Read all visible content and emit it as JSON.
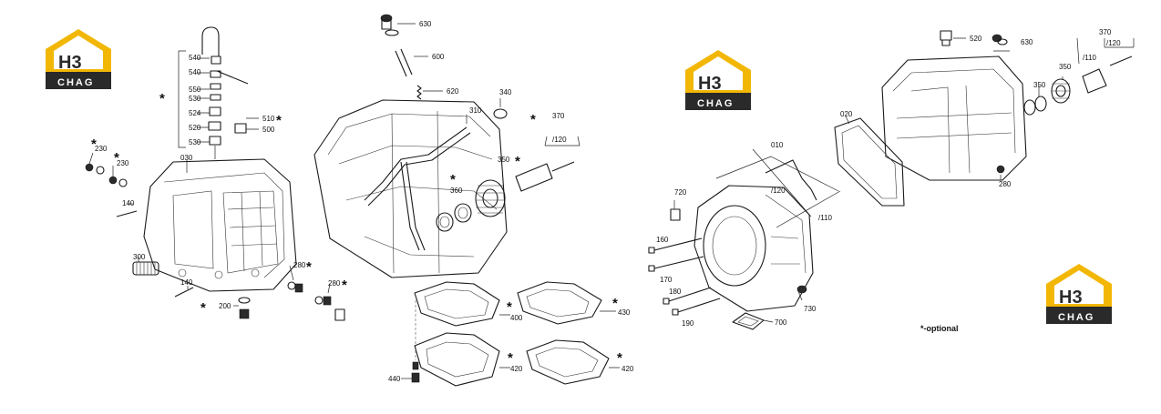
{
  "logos": [
    {
      "letters": "H3",
      "word": "CHAG"
    },
    {
      "letters": "H3",
      "word": "CHAG"
    },
    {
      "letters": "H3",
      "word": "CHAG"
    }
  ],
  "colors": {
    "logo_yellow": "#f2b705",
    "logo_dark": "#2a2a2a",
    "line": "#1a1a1a"
  },
  "left_group": {
    "labels": [
      "540",
      "540",
      "550",
      "530",
      "524",
      "520",
      "530",
      "510",
      "500",
      "230",
      "230",
      "030",
      "140",
      "300",
      "140",
      "200",
      "280",
      "280"
    ]
  },
  "middle_group": {
    "labels": [
      "630",
      "600",
      "620",
      "340",
      "310",
      "370",
      "/120",
      "350",
      "360",
      "400",
      "430",
      "420",
      "420",
      "440"
    ]
  },
  "right_group": {
    "labels": [
      "520",
      "630",
      "370",
      "/120",
      "/110",
      "350",
      "350",
      "020",
      "010",
      "280",
      "720",
      "/120",
      "/110",
      "160",
      "170",
      "180",
      "190",
      "730",
      "700"
    ]
  },
  "footnote": "*-optional",
  "star_symbol": "*"
}
